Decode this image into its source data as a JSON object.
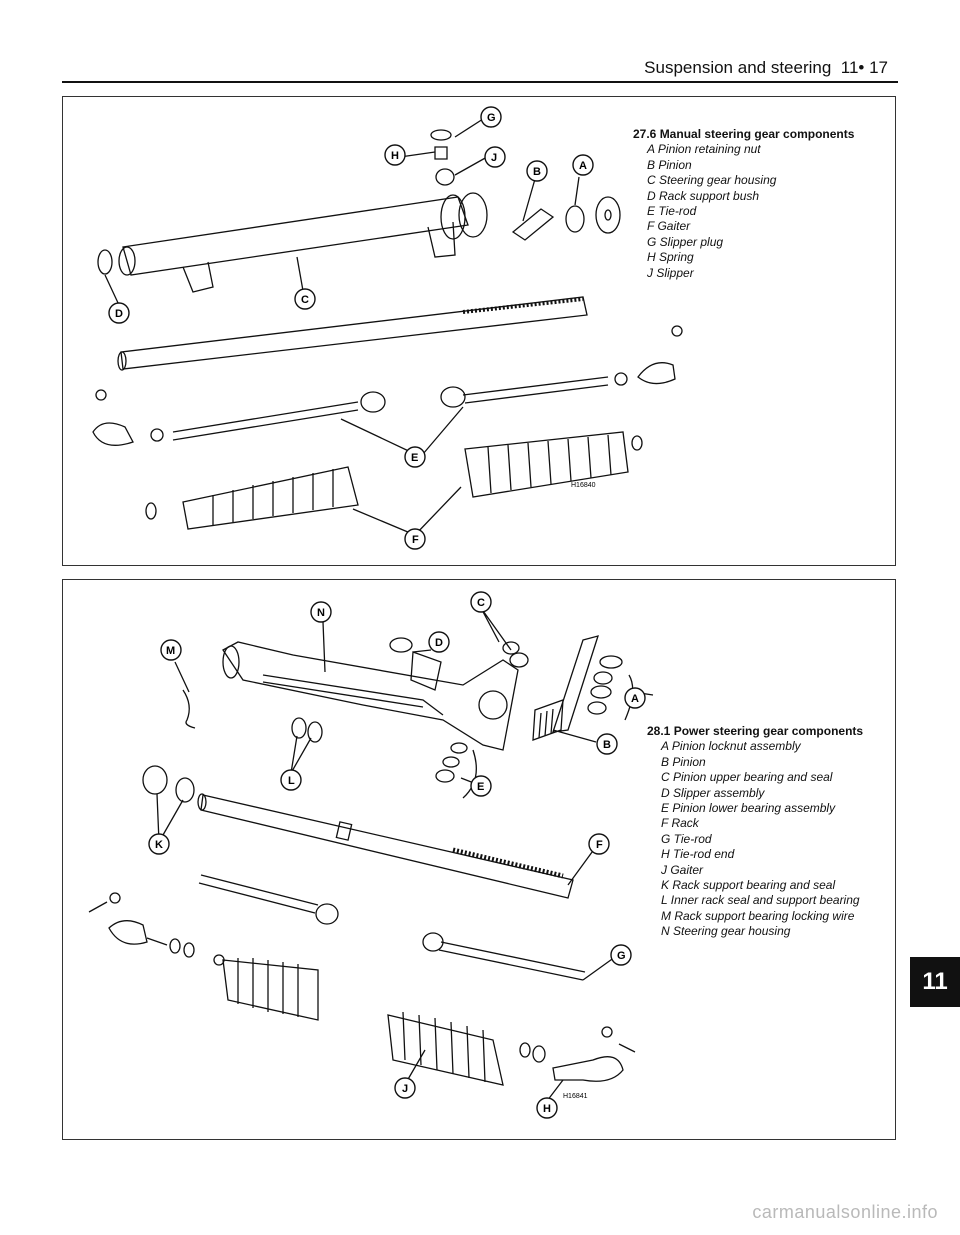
{
  "header": {
    "section": "Suspension and steering",
    "page": "11• 17"
  },
  "tab": "11",
  "watermark": "carmanualsonline.info",
  "figure1": {
    "title": "27.6 Manual steering gear components",
    "items": [
      "A  Pinion retaining nut",
      "B  Pinion",
      "C  Steering gear housing",
      "D  Rack support bush",
      "E  Tie-rod",
      "F  Gaiter",
      "G  Slipper plug",
      "H  Spring",
      "J  Slipper"
    ],
    "labels": [
      "G",
      "H",
      "J",
      "B",
      "A",
      "D",
      "C",
      "E",
      "F"
    ],
    "ref": "H16840"
  },
  "figure2": {
    "title": "28.1 Power steering gear components",
    "items": [
      "A  Pinion locknut assembly",
      "B  Pinion",
      "C  Pinion upper bearing and seal",
      "D  Slipper assembly",
      "E  Pinion lower bearing assembly",
      "F  Rack",
      "G  Tie-rod",
      "H  Tie-rod end",
      "J  Gaiter",
      "K  Rack support bearing and seal",
      "L  Inner rack seal and support bearing",
      "M  Rack support bearing locking wire",
      "N  Steering gear housing"
    ],
    "labels": [
      "N",
      "C",
      "M",
      "D",
      "A",
      "B",
      "L",
      "E",
      "K",
      "F",
      "G",
      "J",
      "H"
    ],
    "ref": "H16841"
  }
}
